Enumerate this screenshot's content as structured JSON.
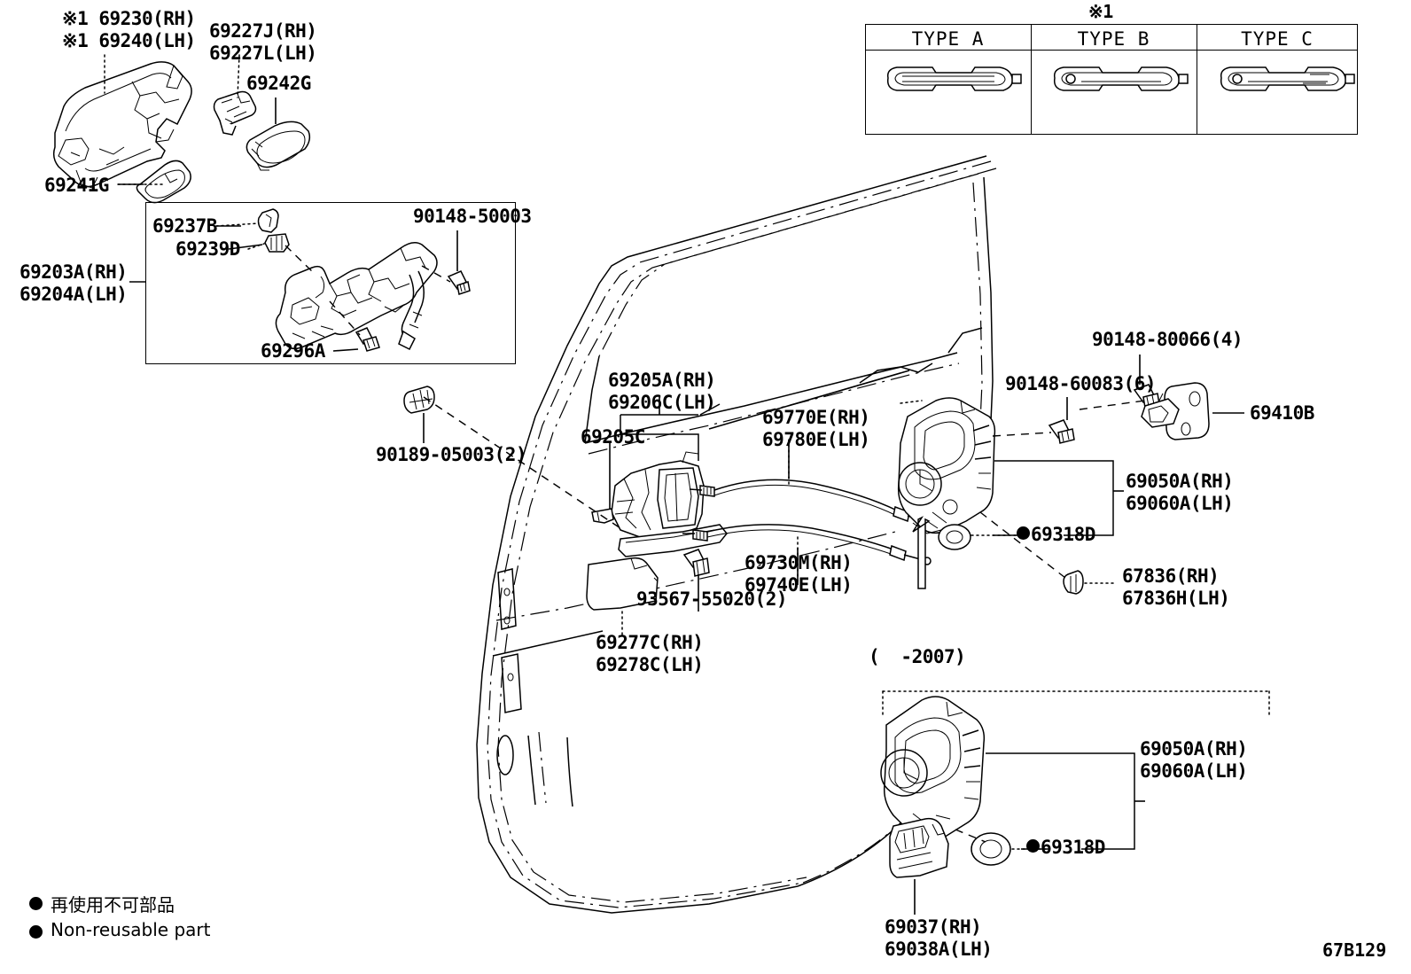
{
  "diagram": {
    "figure_code": "67B129",
    "note_marker": "※1"
  },
  "type_table": {
    "marker": "※1",
    "columns": [
      {
        "header": "TYPE  A"
      },
      {
        "header": "TYPE  B"
      },
      {
        "header": "TYPE  C"
      }
    ]
  },
  "labels": {
    "outer_handle_rh": "※1 69230(RH)",
    "outer_handle_lh": "※1 69240(LH)",
    "cap_rh": "69227J(RH)",
    "cap_lh": "69227L(LH)",
    "cover_69242g": "69242G",
    "cover_69241g": "69241G",
    "frame_rh": "69203A(RH)",
    "frame_lh": "69204A(LH)",
    "clip_69237b": "69237B",
    "clip_69239d": "69239D",
    "screw_90148_50003": "90148-50003",
    "bolt_69296a": "69296A",
    "clip_90189_05003": "90189-05003(2)",
    "inside_handle_rh": "69205A(RH)",
    "inside_handle_lh": "69206C(LH)",
    "inside_handle_sub": "69205C",
    "cable_rh": "69770E(RH)",
    "cable_lh": "69780E(LH)",
    "cable2_rh": "69730M(RH)",
    "cable2_lh": "69740E(LH)",
    "screw_93567_55020": "93567-55020(2)",
    "bezel_rh": "69277C(RH)",
    "bezel_lh": "69278C(LH)",
    "screw_90148_80066": "90148-80066(4)",
    "screw_90148_60083": "90148-60083(6)",
    "striker_69410b": "69410B",
    "lock_assy_rh": "69050A(RH)",
    "lock_assy_lh": "69060A(LH)",
    "gasket_69318d": "69318D",
    "clip_67836_rh": "67836(RH)",
    "clip_67836_lh": "67836H(LH)",
    "year_note": "(  -2007)",
    "lock_assy2_rh": "69050A(RH)",
    "lock_assy2_lh": "69060A(LH)",
    "gasket2_69318d": "69318D",
    "actuator_rh": "69037(RH)",
    "actuator_lh": "69038A(LH)"
  },
  "legend": {
    "japanese": "再使用不可部品",
    "english": "Non-reusable part"
  },
  "colors": {
    "line": "#000000",
    "background": "#ffffff"
  }
}
